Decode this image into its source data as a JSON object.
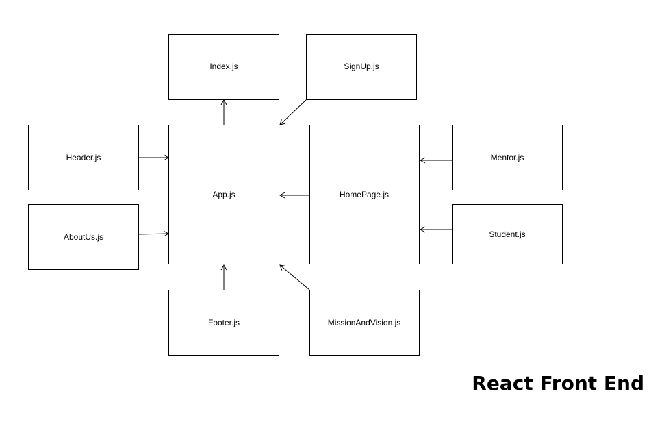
{
  "diagram": {
    "title": "React Front End",
    "nodes": {
      "index": "Index.js",
      "signup": "SignUp.js",
      "header": "Header.js",
      "app": "App.js",
      "homepage": "HomePage.js",
      "mentor": "Mentor.js",
      "aboutus": "AboutUs.js",
      "student": "Student.js",
      "footer": "Footer.js",
      "mission": "MissionAndVision.js"
    },
    "edges": [
      {
        "from": "app",
        "to": "index"
      },
      {
        "from": "signup",
        "to": "app"
      },
      {
        "from": "header",
        "to": "app"
      },
      {
        "from": "aboutus",
        "to": "app"
      },
      {
        "from": "homepage",
        "to": "app"
      },
      {
        "from": "mentor",
        "to": "homepage"
      },
      {
        "from": "student",
        "to": "homepage"
      },
      {
        "from": "footer",
        "to": "app"
      },
      {
        "from": "mission",
        "to": "app"
      }
    ]
  }
}
